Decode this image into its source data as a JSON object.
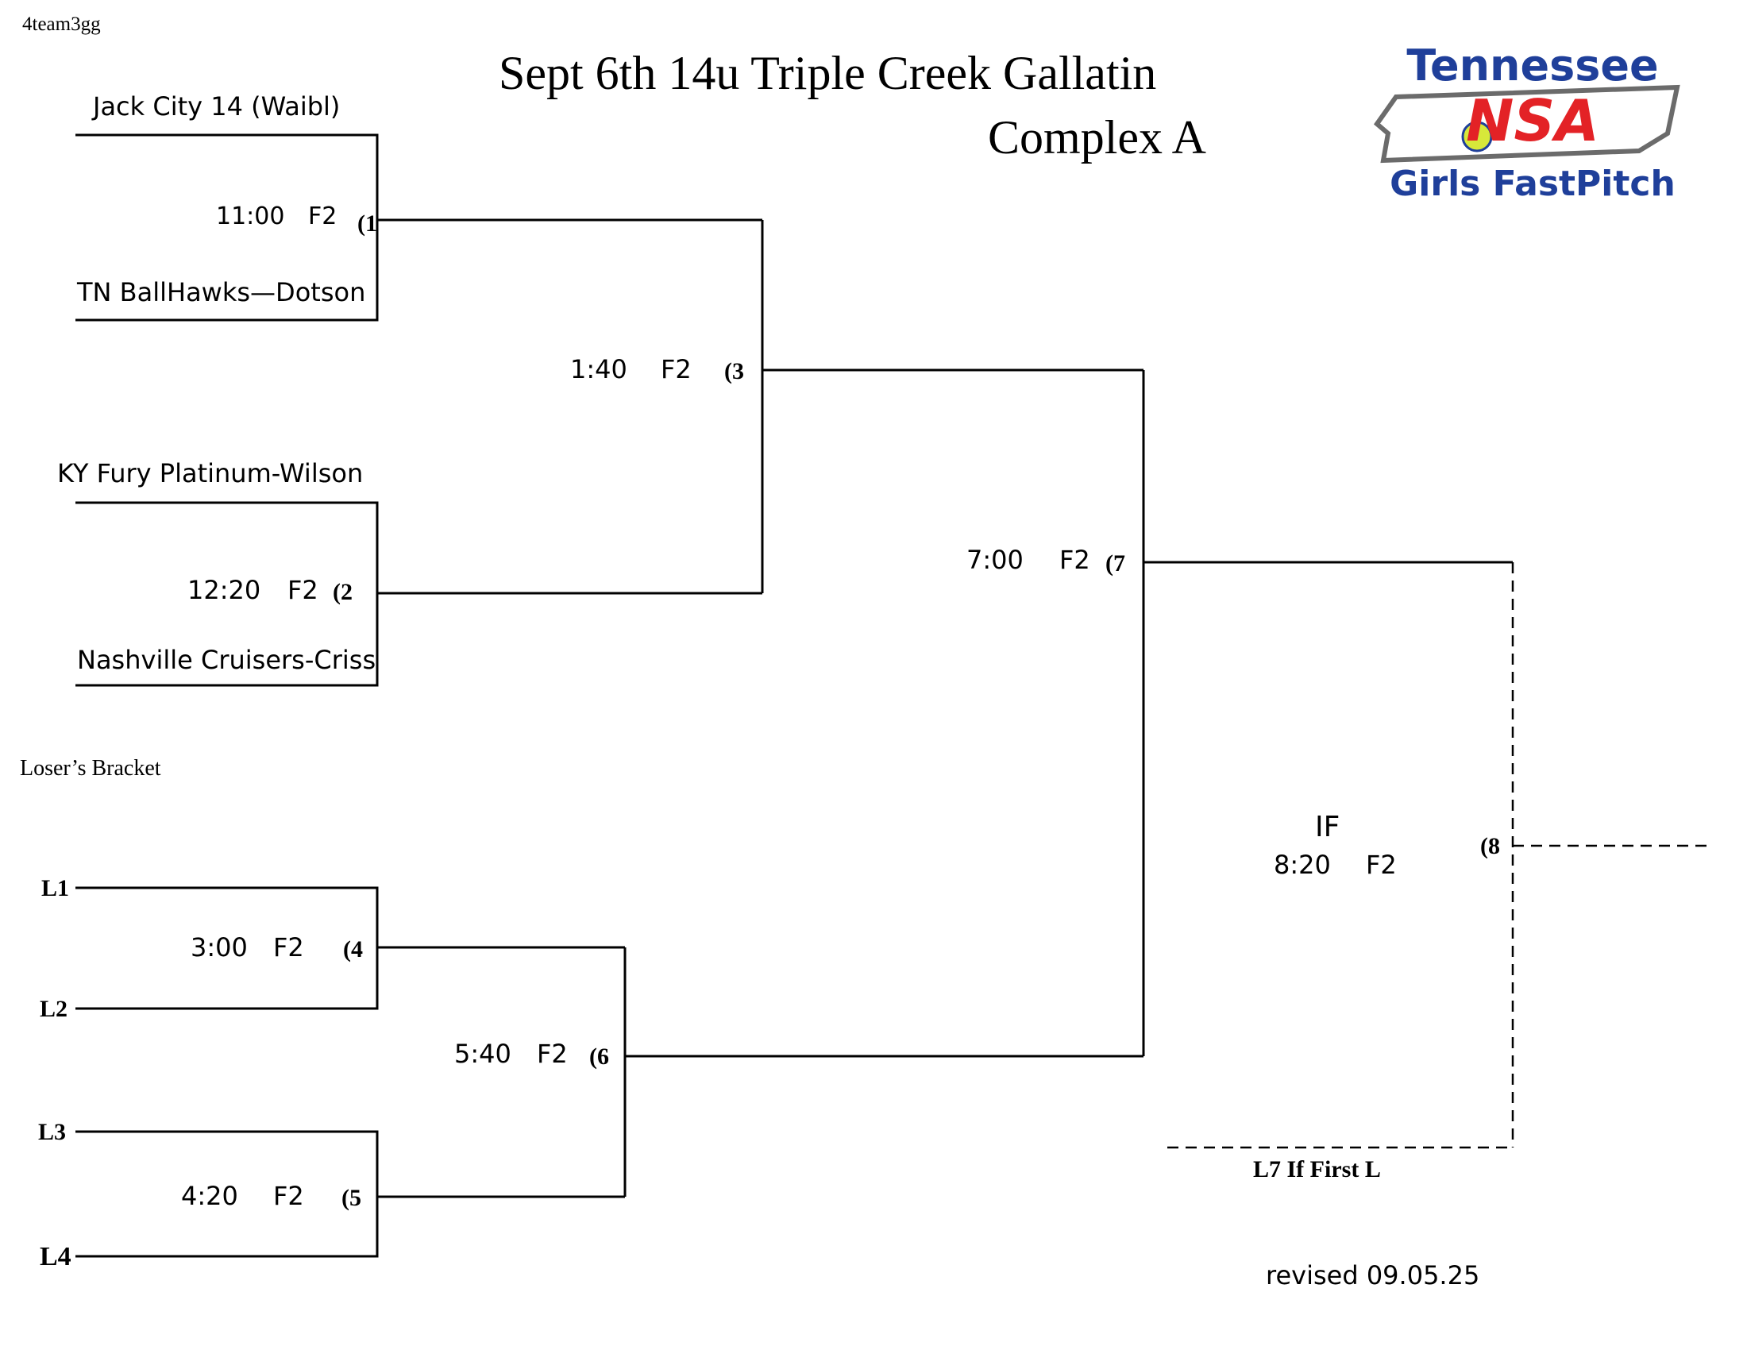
{
  "doc_code": "4team3gg",
  "title_line1": "Sept 6th   14u  Triple Creek  Gallatin",
  "title_line2": "Complex  A",
  "logo": {
    "top_text": "Tennessee",
    "mid_text": "NSA",
    "bottom_text": "Girls FastPitch",
    "colors": {
      "blue": "#1f3f9a",
      "red": "#e32226",
      "gray": "#6b6b6b",
      "ball": "#d7e83a"
    }
  },
  "teams": {
    "t1": "Jack City 14  (Waibl)",
    "t2": "TN BallHawks—Dotson",
    "t3": "KY Fury Platinum-Wilson",
    "t4": "Nashville Cruisers-Criss"
  },
  "losers_bracket_label": "Loser’s Bracket",
  "loser_slots": {
    "l1": "L1",
    "l2": "L2",
    "l3": "L3",
    "l4": "L4"
  },
  "games": {
    "g1": {
      "time": "11:00",
      "field": "F2",
      "num": "(1"
    },
    "g2": {
      "time": "12:20",
      "field": "F2",
      "num": "(2"
    },
    "g3": {
      "time": "1:40",
      "field": "F2",
      "num": "(3"
    },
    "g4": {
      "time": "3:00",
      "field": "F2",
      "num": "(4"
    },
    "g5": {
      "time": "4:20",
      "field": "F2",
      "num": "(5"
    },
    "g6": {
      "time": "5:40",
      "field": "F2",
      "num": "(6"
    },
    "g7": {
      "time": "7:00",
      "field": "F2",
      "num": "(7"
    },
    "g8": {
      "label": "IF",
      "time": "8:20",
      "field": "F2",
      "num": "(8"
    }
  },
  "if_note": "L7 If First L",
  "revised": "revised 09.05.25"
}
